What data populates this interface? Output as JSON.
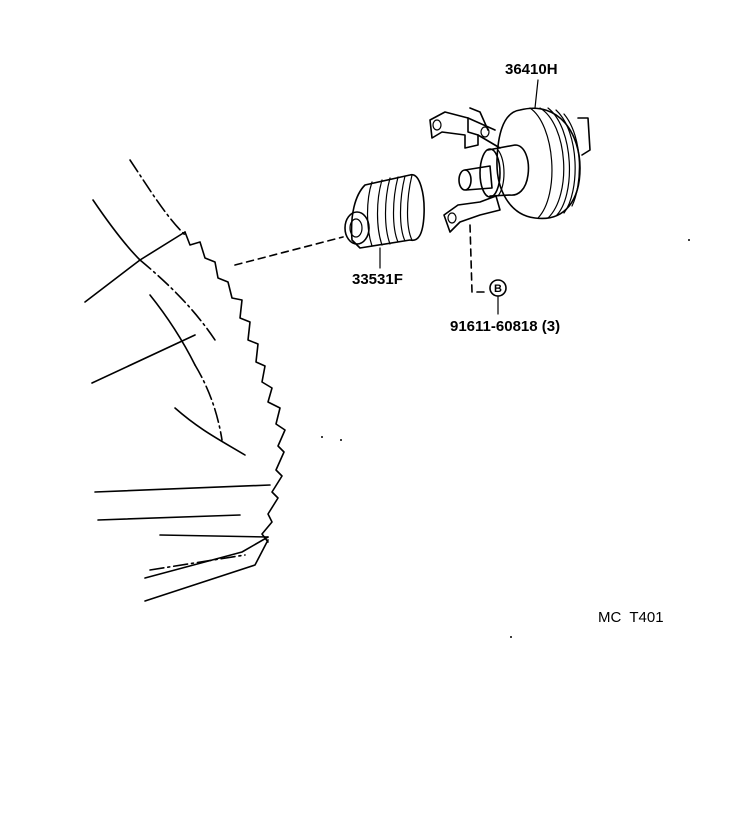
{
  "parts": {
    "booster": "36410H",
    "boot": "33531F",
    "nut": "91611-60818 (3)"
  },
  "callout_letter": "B",
  "figure_code": "MC  T401"
}
